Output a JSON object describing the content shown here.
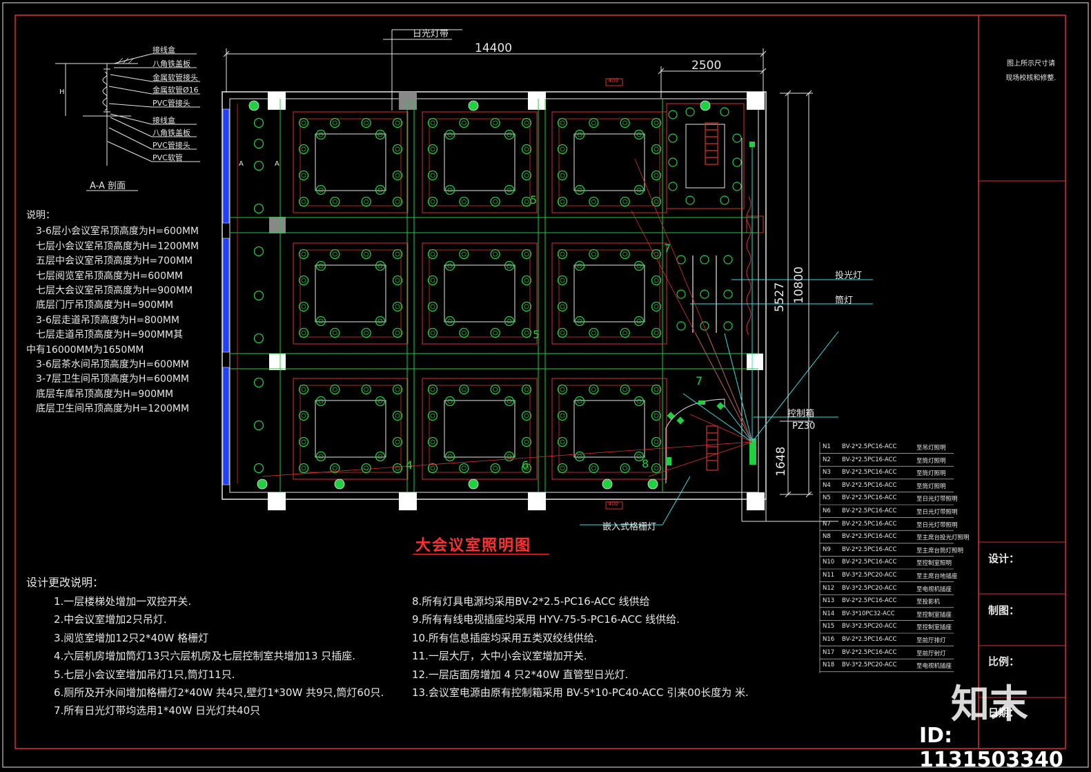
{
  "title": "大会议室照明图",
  "dimensions": {
    "total_width": "14400",
    "bay_width": "2500",
    "height_right": "10800",
    "segment_mid": "5527",
    "segment_low": "1648",
    "small_dim_top": "400",
    "small_dim_bottom": "400",
    "section_h": "H"
  },
  "callouts": {
    "fluorescent_strip": "日光灯带",
    "spotlight": "投光灯",
    "downlight": "筒灯",
    "control_box": "控制箱",
    "control_box_id": "PZ30",
    "grille_light": "嵌入式格栅灯",
    "circuit_marks": [
      "5",
      "5",
      "7",
      "7",
      "4",
      "6",
      "8"
    ],
    "section_mark": "A",
    "section_mark_right": "A"
  },
  "section_detail": {
    "title": "A-A 剖面",
    "labels": [
      "接线盒",
      "八角铁盖板",
      "金属软管接头",
      "金属软管Ø16",
      "PVC管接头",
      "接线盒",
      "八角铁盖板",
      "PVC管接头",
      "PVC软管"
    ]
  },
  "notes": {
    "heading": "说明：",
    "items": [
      "3-6层小会议室吊顶高度为H=600MM",
      "七层小会议室吊顶高度为H=1200MM",
      "五层中会议室吊顶高度为H=700MM",
      "七层阅览室吊顶高度为H=600MM",
      "七层大会议室吊顶高度为H=900MM",
      "底层门厅吊顶高度为H=900MM",
      "3-6层走道吊顶高度为H=800MM",
      "七层走道吊顶高度为H=900MM其",
      "中有16000MM为1650MM",
      "3-6层茶水间吊顶高度为H=600MM",
      "3-7层卫生间吊顶高度为H=600MM",
      "底层车库吊顶高度为H=900MM",
      "底层卫生间吊顶高度为H=1200MM"
    ]
  },
  "changes": {
    "heading": "设计更改说明：",
    "left": [
      "1.一层楼梯处增加一双控开关.",
      "2.中会议室增加2只吊灯.",
      "3.阅览室增加12只2*40W  格栅灯",
      "4.六层机房增加筒灯13只六层机房及七层控制室共增加13  只插座.",
      "5.七层小会议室增加吊灯1只,筒灯11只.",
      "6.厕所及开水间增加格栅灯2*40W  共4只,壁灯1*30W  共9只,筒灯60只.",
      "7.所有日光灯带均选用1*40W 日光灯共40只"
    ],
    "right": [
      "8.所有灯具电源均采用BV-2*2.5-PC16-ACC      线供给",
      "9.所有有线电视插座均采用  HYV-75-5-PC16-ACC      线供给.",
      "10.所有信息插座均采用五类双绞线供给.",
      "11.一层大厅，大中小会议室增加开关.",
      "12.一层店面房增加 4  只2*40W        直管型日光灯.",
      "13.会议室电源由原有控制箱采用 BV-5*10-PC40-ACC                    引来00长度为       米."
    ]
  },
  "circuits": [
    {
      "id": "N1",
      "cable": "BV-2*2.5PC16-ACC",
      "desc": "至吊灯照明"
    },
    {
      "id": "N2",
      "cable": "BV-2*2.5PC16-ACC",
      "desc": "至筒灯照明"
    },
    {
      "id": "N3",
      "cable": "BV-2*2.5PC16-ACC",
      "desc": "至筒灯照明"
    },
    {
      "id": "N4",
      "cable": "BV-2*2.5PC16-ACC",
      "desc": "至筒灯照明"
    },
    {
      "id": "N5",
      "cable": "BV-2*2.5PC16-ACC",
      "desc": "至日光灯带照明"
    },
    {
      "id": "N6",
      "cable": "BV-2*2.5PC16-ACC",
      "desc": "至日光灯带照明"
    },
    {
      "id": "N7",
      "cable": "BV-2*2.5PC16-ACC",
      "desc": "至日光灯带照明"
    },
    {
      "id": "N8",
      "cable": "BV-2*2.5PC16-ACC",
      "desc": "至主席台投光灯照明"
    },
    {
      "id": "N9",
      "cable": "BV-2*2.5PC16-ACC",
      "desc": "至主席台筒灯照明"
    },
    {
      "id": "N10",
      "cable": "BV-2*2.5PC16-ACC",
      "desc": "至控制室照明"
    },
    {
      "id": "N11",
      "cable": "BV-3*2.5PC20-ACC",
      "desc": "至主席台地插座"
    },
    {
      "id": "N12",
      "cable": "BV-3*2.5PC20-ACC",
      "desc": "至电视机插座"
    },
    {
      "id": "N13",
      "cable": "BV-2*2.5PC16-ACC",
      "desc": "至投影机"
    },
    {
      "id": "N14",
      "cable": "BV-3*10PC32-ACC",
      "desc": "至控制室插座"
    },
    {
      "id": "N15",
      "cable": "BV-3*2.5PC20-ACC",
      "desc": "至控制室插座"
    },
    {
      "id": "N16",
      "cable": "BV-2*2.5PC16-ACC",
      "desc": "至前厅排灯"
    },
    {
      "id": "N17",
      "cable": "BV-2*2.5PC16-ACC",
      "desc": "至前厅射灯"
    },
    {
      "id": "N18",
      "cable": "BV-3*2.5PC20-ACC",
      "desc": "至电视机插座"
    }
  ],
  "title_block": {
    "note_line1": "图上所示尺寸请",
    "note_line2": "现场校核和修整.",
    "design": "设计：",
    "drawn": "制图：",
    "scale": "比例：",
    "date": "日期："
  },
  "watermark": {
    "logo": "知末",
    "id": "ID: 1131503340"
  },
  "colors": {
    "background": "#000000",
    "frame": "#e03030",
    "ceiling_grid": "#20d040",
    "light_ring": "#20d040",
    "wall": "#e8e8e8",
    "wiring": "#30e0e0",
    "title": "#ff3030"
  }
}
